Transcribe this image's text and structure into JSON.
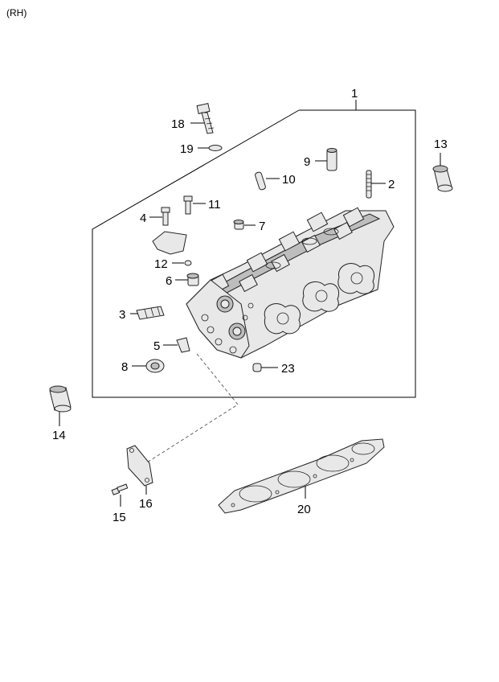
{
  "header": {
    "side_label": "(RH)"
  },
  "callouts": [
    "1",
    "2",
    "3",
    "4",
    "5",
    "6",
    "7",
    "8",
    "9",
    "10",
    "11",
    "12",
    "13",
    "14",
    "15",
    "16",
    "18",
    "19",
    "20",
    "23"
  ]
}
